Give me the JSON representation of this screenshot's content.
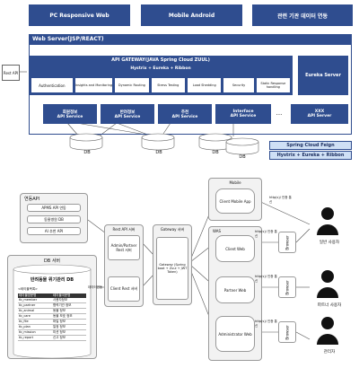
{
  "top": {
    "top_boxes": [
      "PC Responsive Web",
      "Mobile Android",
      "관련 기관 데이터 연동"
    ],
    "web_server": "Web Server(JSP/REACT)",
    "rest_api": "Rest API",
    "gateway_title": "API GATEWAY(JAVA Spring Cloud ZUUL)",
    "gateway_subtitle": "Hystrix + Eureka + Ribbon",
    "gateway_features": [
      "Authentication",
      "Insights and Monitoring",
      "Dynamic Routing",
      "Stress Testing",
      "Load Shedding",
      "Security",
      "Static Response handling"
    ],
    "eureka_server": "Eureka Server",
    "api_services": [
      {
        "name": "회원정보",
        "sub": "API Service"
      },
      {
        "name": "반려정보",
        "sub": "API Service"
      },
      {
        "name": "추천",
        "sub": "API Service"
      },
      {
        "name": "Interface",
        "sub": "API Service"
      },
      {
        "name": "XXX",
        "sub": "API Server"
      }
    ],
    "dots": "...",
    "db_labels": [
      "DB",
      "DB",
      "DB",
      "DB"
    ],
    "feign": "Spring Cloud Feign",
    "hystrix_bottom": "Hystrix + Eureka + Ribbon"
  },
  "bottom": {
    "linked_api": {
      "title": "연동API",
      "items": [
        "APMS API 연동",
        "동물병원 DB",
        "AI 추천 API"
      ]
    },
    "db_server": {
      "title": "DB 서버",
      "db_name": "반려동물 위기관리 DB",
      "table_caption": "<테이블목록>",
      "table_headers": [
        "테이블영문명",
        "테이블국문명"
      ],
      "table_rows": [
        [
          "tb_member",
          "사용자정보"
        ],
        [
          "tb_partner",
          "협력기관 정보"
        ],
        [
          "tb_animal",
          "동물 정보"
        ],
        [
          "tb_care",
          "동물 보호 정보"
        ],
        [
          "tb_file",
          "파일 정보"
        ],
        [
          "tb_plan",
          "일정 정보"
        ],
        [
          "tb_mission",
          "미션 정보"
        ],
        [
          "tb_report",
          "신고 정보"
        ]
      ]
    },
    "rest_server": {
      "title": "Rest API 서버",
      "admin": "Admin/Partner Rest 서버",
      "client": "Client Rest 서버"
    },
    "data_label": "데이터연동",
    "gateway_server": {
      "title": "Gateway 서버",
      "body": "Gateway (Spring boot + Zuul + JWT Token)"
    },
    "mobile": {
      "title": "Mobile",
      "app": "Client Mobile App"
    },
    "was": {
      "title": "WAS",
      "client": "Client Web",
      "partner": "Partner Web",
      "admin": "Administrator Web"
    },
    "browser": "Browser",
    "protocol": "http(s)/ 인증 통신",
    "users": [
      "일반 사용자",
      "파트너 사용자",
      "관리자"
    ]
  }
}
